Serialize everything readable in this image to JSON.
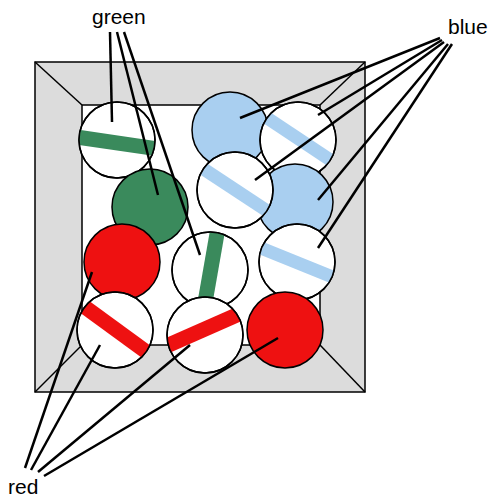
{
  "diagram": {
    "labels": [
      "green",
      "blue",
      "red"
    ]
  }
}
